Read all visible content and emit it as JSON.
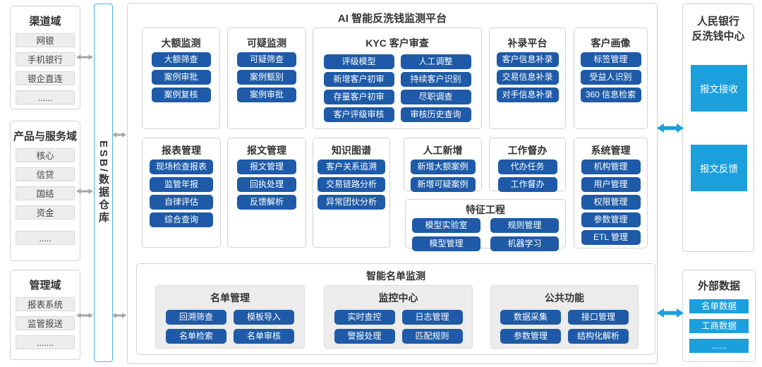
{
  "colors": {
    "dark_blue": "#1e5aa7",
    "bright_blue": "#1ba0dd",
    "light_blue_border": "#4db4e4",
    "gray_arrow": "#a6a6a6"
  },
  "esb": {
    "label": "ESB/数据仓库"
  },
  "left": {
    "channel": {
      "title": "渠道域",
      "items": [
        "网银",
        "手机银行",
        "银企直连",
        "......"
      ]
    },
    "product": {
      "title": "产品与服务域",
      "items": [
        "核心",
        "信贷",
        "国结",
        "资金",
        "....."
      ]
    },
    "management": {
      "title": "管理域",
      "items": [
        "报表系统",
        "监管报送",
        "......."
      ]
    }
  },
  "platform": {
    "title": "AI 智能反洗钱监测平台",
    "large_amount": {
      "title": "大额监测",
      "items": [
        "大额筛查",
        "案例审批",
        "案例复核"
      ]
    },
    "suspicious": {
      "title": "可疑监测",
      "items": [
        "可疑筛查",
        "案例甄别",
        "案例审批"
      ]
    },
    "kyc": {
      "title": "KYC 客户审查",
      "items": [
        "评级模型",
        "人工调整",
        "新增客户初审",
        "持续客户识别",
        "存量客户初审",
        "尽职调查",
        "客户评级审核",
        "审核历史查询"
      ]
    },
    "supplement": {
      "title": "补录平台",
      "items": [
        "客户信息补录",
        "交易信息补录",
        "对手信息补录"
      ]
    },
    "profile": {
      "title": "客户画像",
      "items": [
        "标签管理",
        "受益人识别",
        "360 信息检索"
      ]
    },
    "report": {
      "title": "报表管理",
      "items": [
        "现场检查报表",
        "监管年报",
        "自律评估",
        "综合查询"
      ]
    },
    "message": {
      "title": "报文管理",
      "items": [
        "报文管理",
        "回执处理",
        "反馈解析"
      ]
    },
    "knowledge_graph": {
      "title": "知识图谱",
      "items": [
        "客户关系追溯",
        "交易链路分析",
        "异常团伙分析"
      ]
    },
    "manual_add": {
      "title": "人工新增",
      "items": [
        "新增大额案例",
        "新增可疑案例"
      ]
    },
    "supervision": {
      "title": "工作督办",
      "items": [
        "代办任务",
        "工作督办"
      ]
    },
    "system": {
      "title": "系统管理",
      "items": [
        "机构管理",
        "用户管理",
        "权限管理",
        "参数管理",
        "ETL 管理"
      ]
    },
    "feature_eng": {
      "title": "特征工程",
      "items": [
        "模型实验室",
        "规则管理",
        "模型管理",
        "机器学习"
      ]
    },
    "list_monitor": {
      "title": "智能名单监测",
      "groups": [
        {
          "title": "名单管理",
          "items": [
            "回溯筛查",
            "模板导入",
            "名单检索",
            "名单审核"
          ]
        },
        {
          "title": "监控中心",
          "items": [
            "实时查控",
            "日志管理",
            "警报处理",
            "匹配规则"
          ]
        },
        {
          "title": "公共功能",
          "items": [
            "数据采集",
            "接口管理",
            "参数管理",
            "结构化解析"
          ]
        }
      ]
    }
  },
  "right": {
    "pboc": {
      "title_line1": "人民银行",
      "title_line2": "反洗钱中心",
      "items": [
        "报文接收",
        "报文反馈"
      ]
    },
    "external": {
      "title": "外部数据",
      "items": [
        "名单数据",
        "工商数据",
        "......"
      ]
    }
  }
}
